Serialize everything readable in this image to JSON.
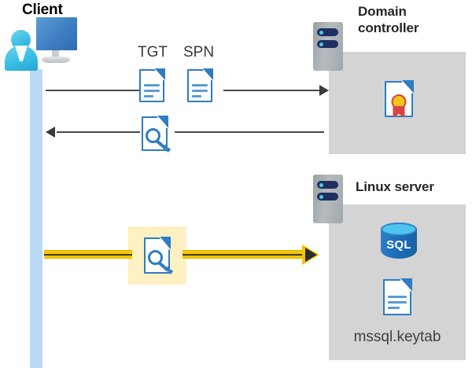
{
  "diagram": {
    "title_client": "Client",
    "title_domain_controller": "Domain controller",
    "title_linux_server": "Linux server",
    "labels": {
      "tgt": "TGT",
      "spn": "SPN",
      "keytab_file": "mssql.keytab",
      "sql_badge": "SQL"
    },
    "icons": {
      "client": "client-workstation-icon",
      "server_dc": "server-rack-icon",
      "server_linux": "server-rack-icon",
      "tgt_doc": "document-icon",
      "spn_doc": "document-icon",
      "ticket_key_doc": "document-key-icon",
      "service_ticket_key_doc": "document-key-icon",
      "certificate": "certificate-document-icon",
      "sql_database": "sql-database-icon",
      "keytab_doc": "document-icon"
    },
    "flows": [
      {
        "id": "request-tgt-spn",
        "direction": "client-to-domain-controller",
        "style": "gray-arrow",
        "carries": [
          "TGT",
          "SPN"
        ]
      },
      {
        "id": "issue-service-ticket",
        "direction": "domain-controller-to-client",
        "style": "gray-arrow",
        "carries": [
          "service-ticket"
        ]
      },
      {
        "id": "present-service-ticket",
        "direction": "client-to-linux-server",
        "style": "yellow-highlight-arrow",
        "carries": [
          "service-ticket"
        ],
        "highlighted": true
      }
    ],
    "colors": {
      "panel_gray": "#d4d4d4",
      "lifeline_blue": "#b9d9f7",
      "doc_blue": "#2e7cc4",
      "highlight_yellow": "#fdf0c2",
      "arrow_yellow": "#f5c500",
      "arrow_gray": "#3a3a3a",
      "title_dark": "#262626",
      "sql_blue": "#1a6bb8",
      "seal_gold": "#f5c518",
      "seal_red": "#d94343"
    }
  }
}
